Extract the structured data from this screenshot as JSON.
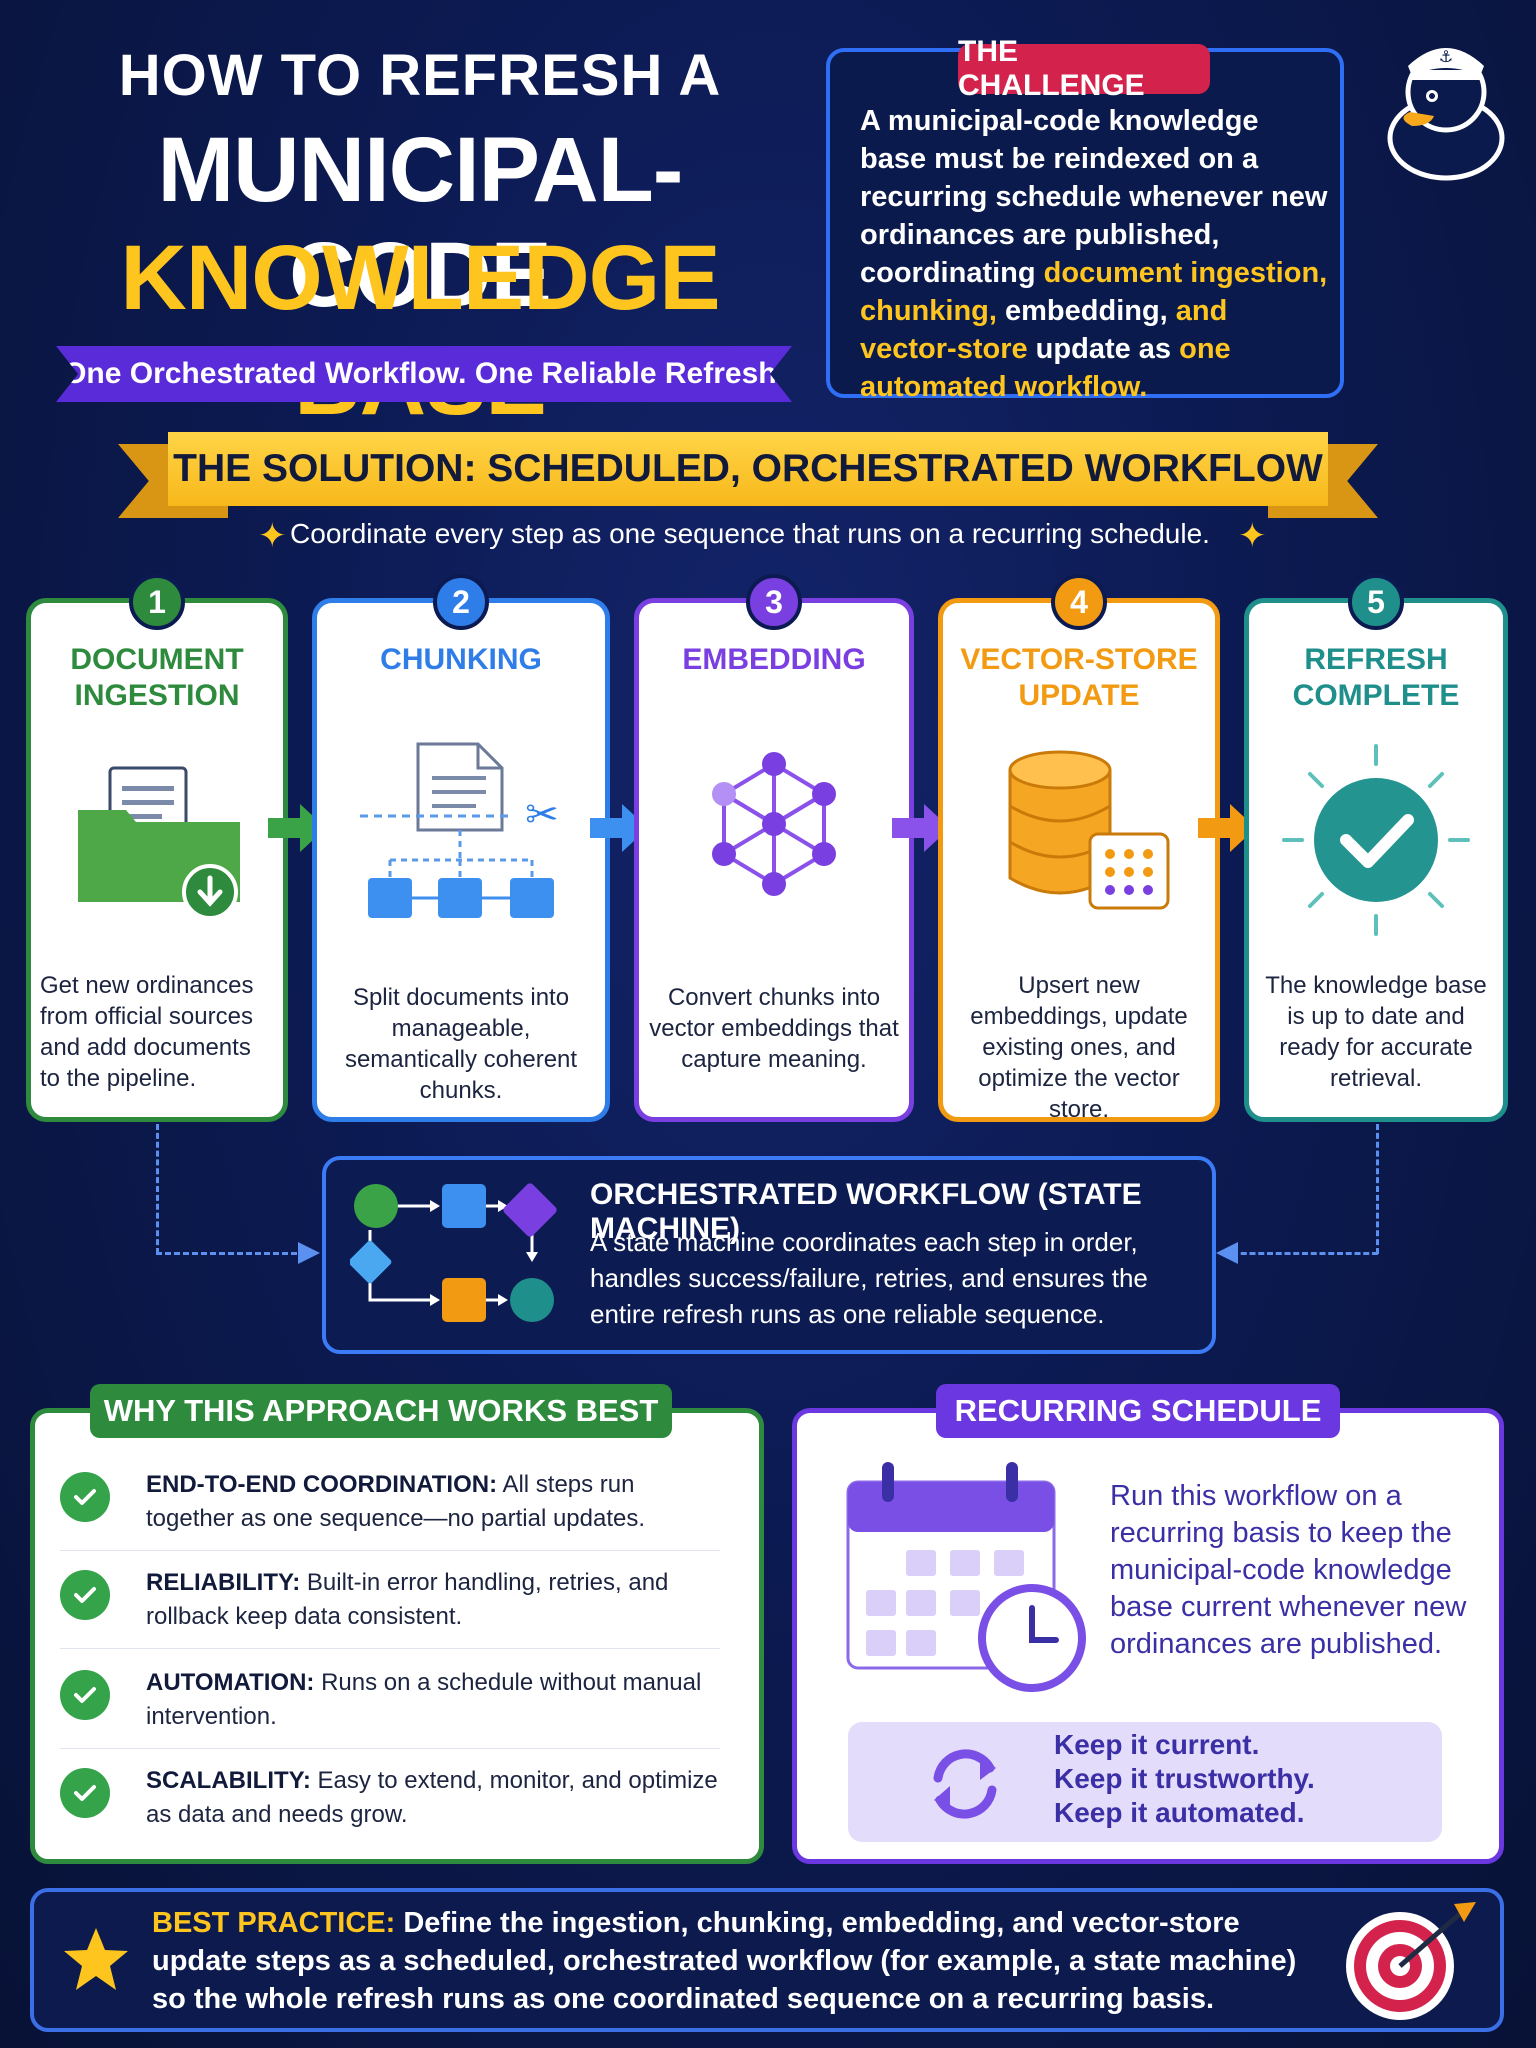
{
  "header": {
    "title_line1": "HOW TO REFRESH A",
    "title_line2": "MUNICIPAL-CODE",
    "title_line3": "KNOWLEDGE BASE",
    "tagline": "One Orchestrated Workflow. One Reliable Refresh."
  },
  "challenge": {
    "label": "THE CHALLENGE",
    "text_part1": "A municipal-code knowledge base must be reindexed on a recurring schedule whenever new ordinances are published, coordinating ",
    "text_hl1": "document ingestion, chunking,",
    "text_part2": " embedding, ",
    "text_hl2": "and vector-store",
    "text_part3": " update as ",
    "text_hl3": "one automated workflow."
  },
  "solution": {
    "banner": "THE SOLUTION: SCHEDULED, ORCHESTRATED WORKFLOW",
    "subline": "Coordinate every step as one sequence that runs on a recurring schedule."
  },
  "steps": [
    {
      "number": "1",
      "title_l1": "DOCUMENT",
      "title_l2": "INGESTION",
      "desc": "Get new ordinances from official sources and add documents to the pipeline.",
      "color": "#2e8b3e"
    },
    {
      "number": "2",
      "title_l1": "CHUNKING",
      "title_l2": "",
      "desc": "Split documents into manageable, semantically coherent chunks.",
      "color": "#2f7de8"
    },
    {
      "number": "3",
      "title_l1": "EMBEDDING",
      "title_l2": "",
      "desc": "Convert chunks into vector embeddings that capture meaning.",
      "color": "#7a3fe0"
    },
    {
      "number": "4",
      "title_l1": "VECTOR-STORE",
      "title_l2": "UPDATE",
      "desc": "Upsert new embeddings, update existing ones, and optimize the vector store.",
      "color": "#f29a12"
    },
    {
      "number": "5",
      "title_l1": "REFRESH",
      "title_l2": "COMPLETE",
      "desc": "The knowledge base is up to date and ready for accurate retrieval.",
      "color": "#1f8f8c"
    }
  ],
  "orchestration": {
    "title": "ORCHESTRATED WORKFLOW (STATE MACHINE)",
    "text": "A state machine coordinates each step in order, handles success/failure, retries, and ensures the entire refresh runs as one reliable sequence."
  },
  "why": {
    "label": "WHY THIS APPROACH WORKS BEST",
    "items": [
      {
        "lead": "END-TO-END COORDINATION:",
        "text": " All steps run together as one sequence—no partial updates."
      },
      {
        "lead": "RELIABILITY:",
        "text": " Built-in error handling, retries, and rollback keep data consistent."
      },
      {
        "lead": "AUTOMATION:",
        "text": " Runs on a schedule without manual intervention."
      },
      {
        "lead": "SCALABILITY:",
        "text": " Easy to extend, monitor, and optimize as data and needs grow."
      }
    ]
  },
  "schedule": {
    "label": "RECURRING SCHEDULE",
    "text": "Run this workflow on a recurring basis to keep the municipal-code knowledge base current whenever new ordinances are published.",
    "keep1": "Keep it current.",
    "keep2": "Keep it trustworthy.",
    "keep3": "Keep it automated."
  },
  "best_practice": {
    "lead": "BEST PRACTICE:",
    "text": " Define the ingestion, chunking, embedding, and vector-store update steps as a scheduled, orchestrated workflow (for example, a state machine) so the whole refresh runs as one coordinated sequence on a recurring basis."
  }
}
